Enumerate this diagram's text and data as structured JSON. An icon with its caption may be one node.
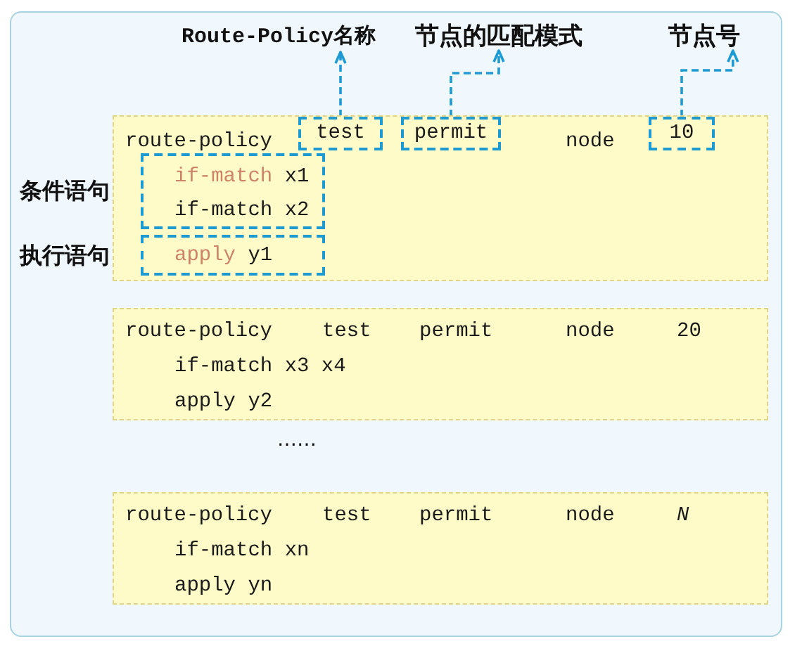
{
  "diagram": {
    "nodes": [
      {
        "text": [
          "Route-Policy名称"
        ]
      },
      {
        "text": [
          "节点的匹配模式"
        ]
      },
      {
        "text": [
          "节点号"
        ]
      },
      {
        "text": [
          "route-policy",
          "node"
        ]
      },
      {
        "text": [
          "test"
        ],
        "in": 3
      },
      {
        "text": [
          "permit"
        ],
        "in": 3
      },
      {
        "text": [
          "10"
        ],
        "in": 3
      },
      {
        "text": [
          "if-match x1",
          "if-match x2"
        ],
        "in": 3,
        "beside": [
          "条件语句"
        ]
      },
      {
        "text": [
          "apply y1"
        ],
        "in": 3,
        "beside": [
          "执行语句"
        ]
      },
      {
        "text": [
          "route-policy",
          "test",
          "permit",
          "node",
          "20",
          "if-match x3 x4",
          "apply y2"
        ]
      },
      {
        "text": [
          "route-policy",
          "test",
          "permit",
          "node",
          "N",
          "if-match xn",
          "apply yn"
        ]
      }
    ],
    "edges": [
      {
        "from": 4,
        "to": 0,
        "arrow": "to",
        "style": "dashed"
      },
      {
        "from": 5,
        "to": 1,
        "arrow": "to",
        "style": "dashed"
      },
      {
        "from": 6,
        "to": 2,
        "arrow": "to",
        "style": "dashed"
      }
    ],
    "labels": [
      "……"
    ]
  }
}
